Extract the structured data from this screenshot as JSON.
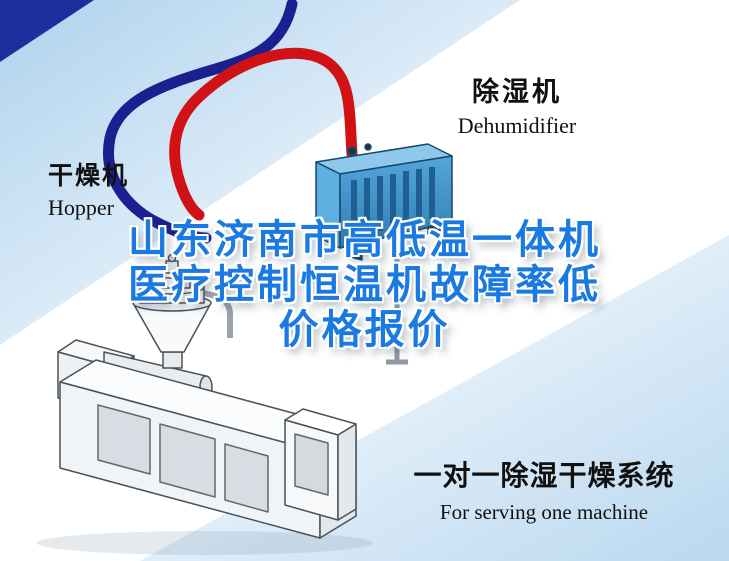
{
  "labels": {
    "hopper": {
      "title": "干燥机",
      "subtitle": "Hopper"
    },
    "dehumidifier": {
      "title": "除湿机",
      "subtitle": "Dehumidifier"
    }
  },
  "headline": {
    "line1": "山东济南市高低温一体机",
    "line2": "医疗控制恒温机故障率低",
    "line3": "价格报价"
  },
  "caption": {
    "title": "一对一除湿干燥系统",
    "subtitle": "For serving one machine"
  },
  "colors": {
    "headline": "#1a7ae2",
    "pipe_hot": "#d01217",
    "pipe_cold": "#1c1f90",
    "corner_triangle": "#1c2f9e",
    "dehumidifier_top": "#8ec9ec",
    "dehumidifier_side": "#5fb0e0",
    "louver": "#1f5f92",
    "label_text": "#111111",
    "bg_tint": "#b9d8f0"
  }
}
